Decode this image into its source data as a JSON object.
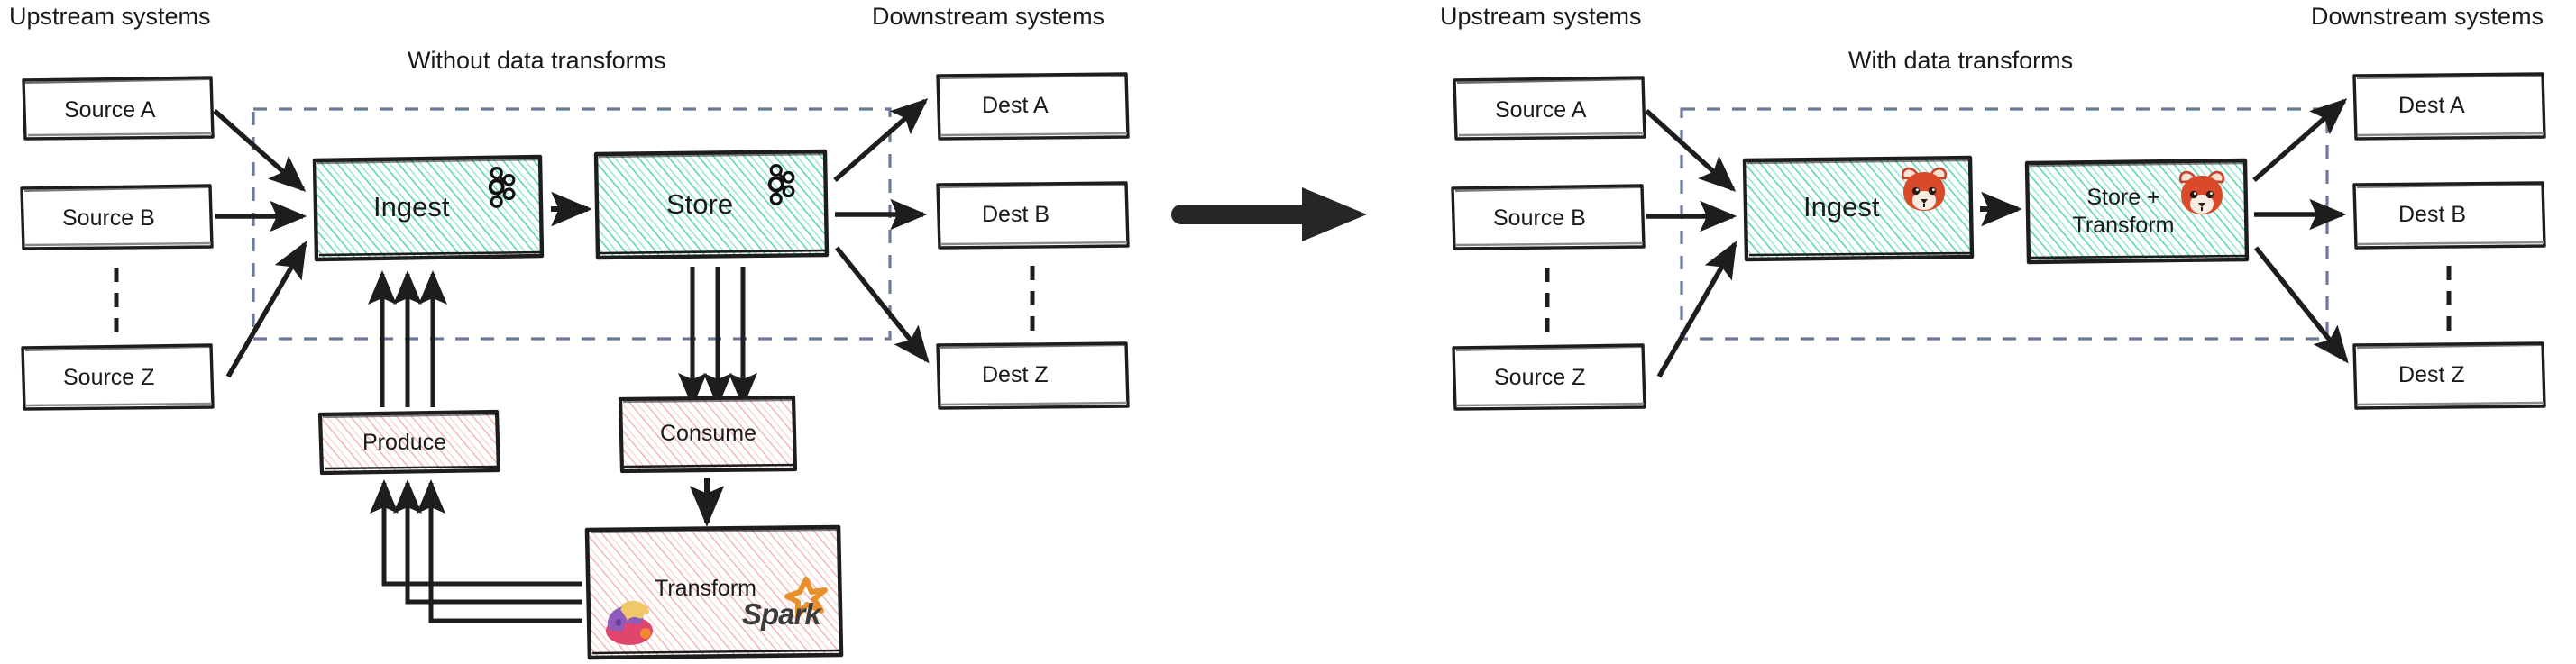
{
  "diagram": {
    "style": "hand-drawn sketch",
    "colors": {
      "stroke": "#1d1d1d",
      "teal_hatch": "#5bd6b0",
      "pink_hatch": "#f3a6a6",
      "dashed_boundary": "#6b7a99",
      "spark_orange": "#e8912a",
      "redpanda_red": "#d94a2b"
    },
    "panels": [
      {
        "id": "left",
        "title": "Without data transforms",
        "upstream_header": "Upstream systems",
        "downstream_header": "Downstream systems",
        "sources": [
          "Source A",
          "Source B",
          "Source Z"
        ],
        "destinations": [
          "Dest A",
          "Dest B",
          "Dest Z"
        ],
        "pipeline_boxes": [
          {
            "label": "Ingest",
            "icon": "kafka-icon",
            "fill": "teal"
          },
          {
            "label": "Store",
            "icon": "kafka-icon",
            "fill": "teal"
          }
        ],
        "external_boxes": [
          {
            "label": "Produce",
            "fill": "pink",
            "icons": []
          },
          {
            "label": "Consume",
            "fill": "pink",
            "icons": []
          },
          {
            "label": "Transform",
            "fill": "pink",
            "icons": [
              "flink-icon",
              "spark-icon"
            ]
          }
        ],
        "spark_wordmark": "Spark"
      },
      {
        "id": "right",
        "title": "With data transforms",
        "upstream_header": "Upstream systems",
        "downstream_header": "Downstream systems",
        "sources": [
          "Source A",
          "Source B",
          "Source Z"
        ],
        "destinations": [
          "Dest A",
          "Dest B",
          "Dest Z"
        ],
        "pipeline_boxes": [
          {
            "label": "Ingest",
            "icon": "redpanda-icon",
            "fill": "teal"
          },
          {
            "label_line1": "Store +",
            "label_line2": "Transform",
            "icon": "redpanda-icon",
            "fill": "teal"
          }
        ],
        "external_boxes": []
      }
    ],
    "center_arrow": "transition-arrow"
  }
}
